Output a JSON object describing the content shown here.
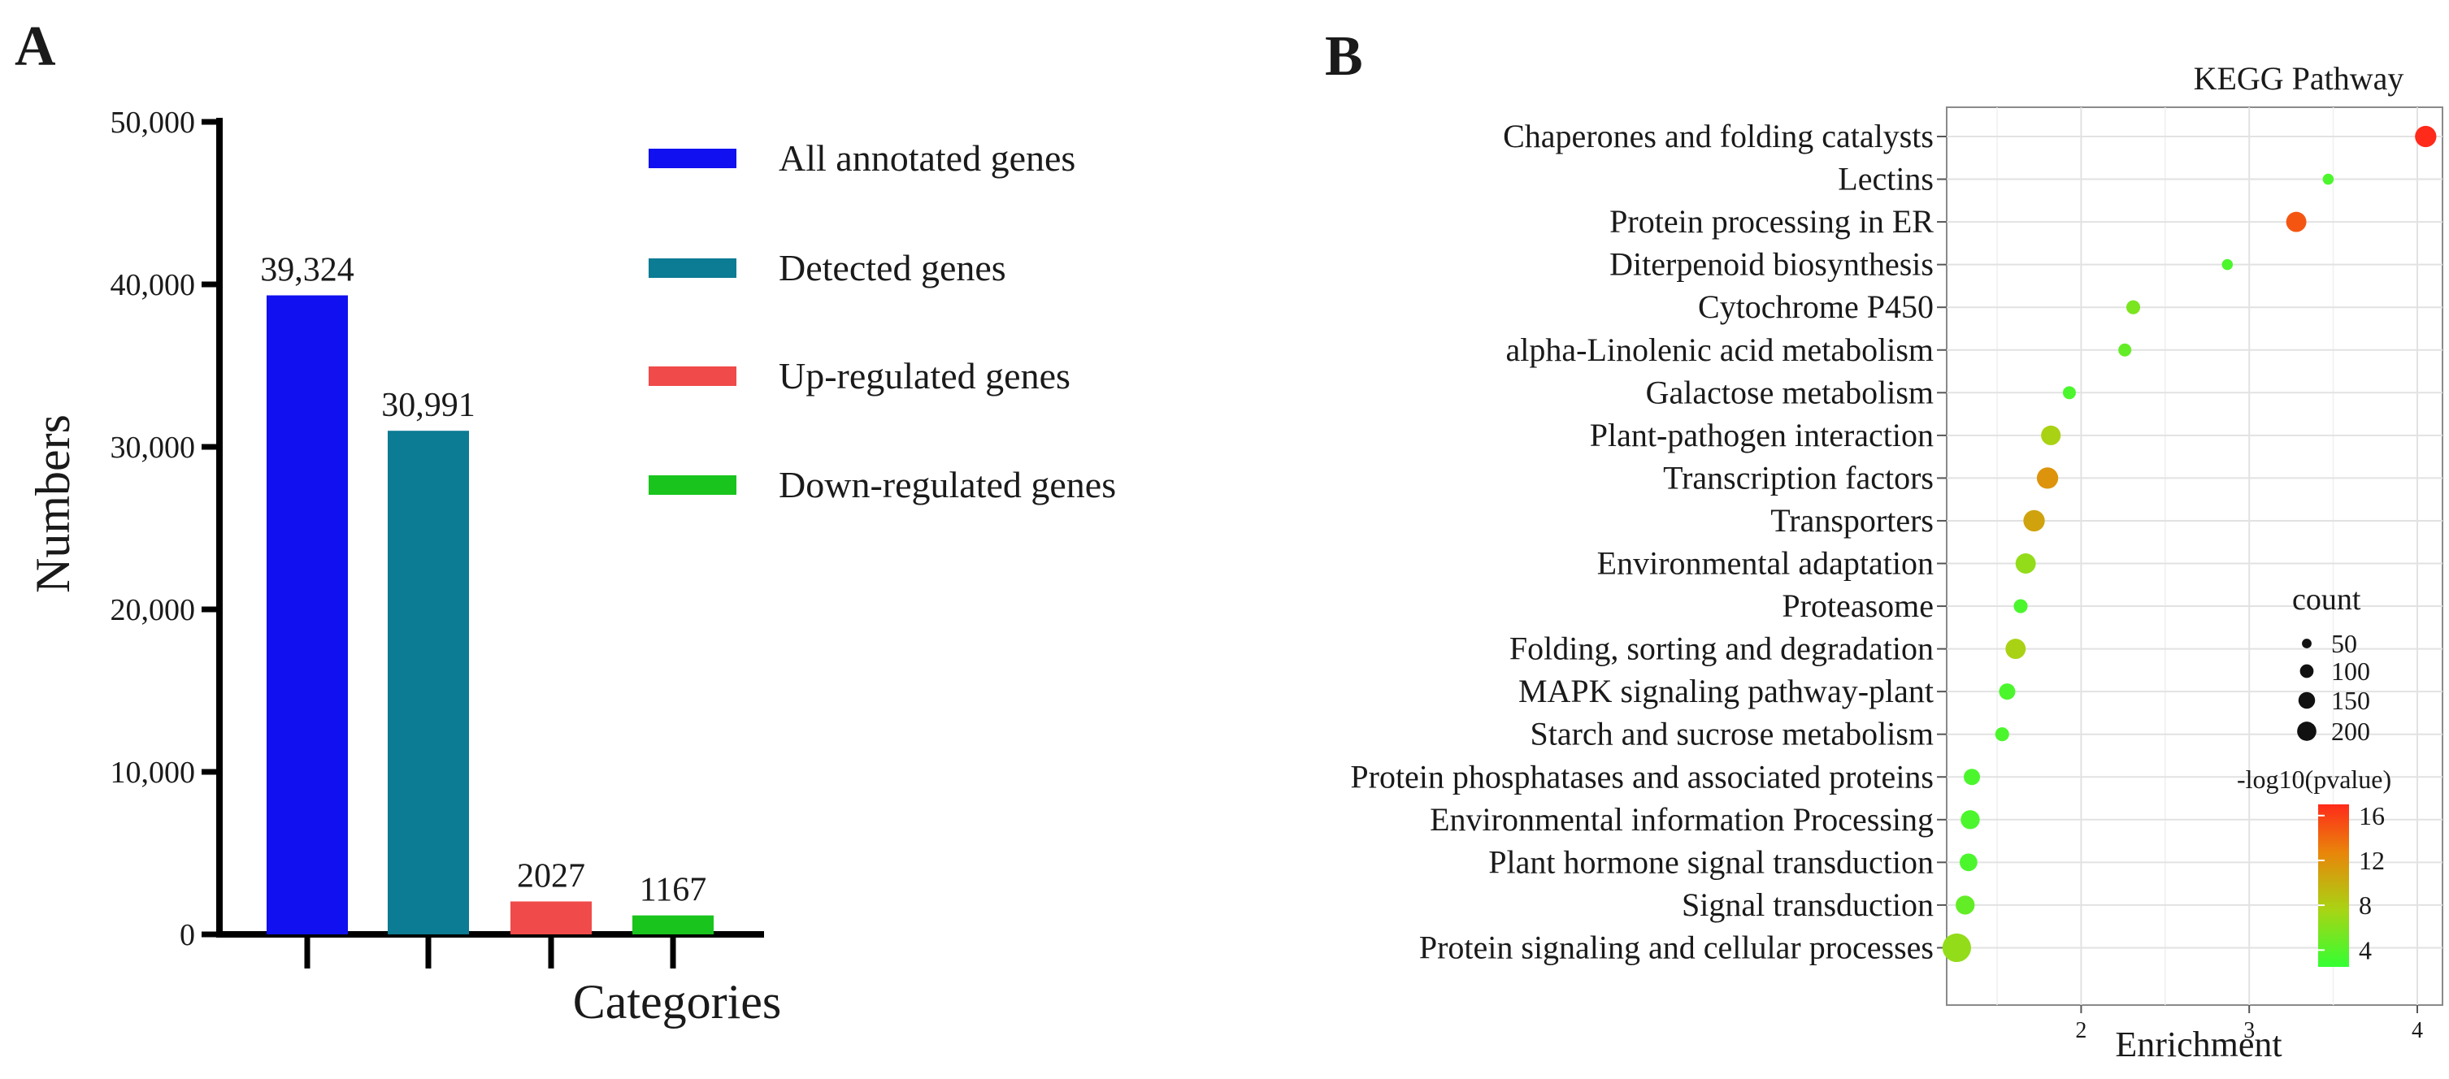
{
  "panel_a_label": "A",
  "panel_b_label": "B",
  "chart_data": [
    {
      "type": "bar",
      "ylabel": "Numbers",
      "xlabel": "Categories",
      "ylim": [
        0,
        50000
      ],
      "yticks": [
        0,
        10000,
        20000,
        30000,
        40000,
        50000
      ],
      "ytick_labels": [
        "0",
        "10,000",
        "20,000",
        "30,000",
        "40,000",
        "50,000"
      ],
      "categories": [
        "All annotated genes",
        "Detected genes",
        "Up-regulated genes",
        "Down-regulated genes"
      ],
      "values": [
        39324,
        30991,
        2027,
        1167
      ],
      "value_labels": [
        "39,324",
        "30,991",
        "2027",
        "1167"
      ],
      "colors": [
        "#1010f0",
        "#0c7b94",
        "#f04a4a",
        "#19c41c"
      ],
      "legend_position": "right"
    },
    {
      "type": "scatter",
      "title": "KEGG Pathway",
      "xlabel": "Enrichment",
      "xlim": [
        1.2,
        4.15
      ],
      "xticks": [
        2,
        3,
        4
      ],
      "xtick_labels": [
        "2",
        "3",
        "4"
      ],
      "grid": true,
      "pathways": [
        "Chaperones and folding catalysts",
        "Lectins",
        "Protein processing in ER",
        "Diterpenoid biosynthesis",
        "Cytochrome P450",
        "alpha-Linolenic acid metabolism",
        "Galactose metabolism",
        "Plant-pathogen interaction",
        "Transcription factors",
        "Transporters",
        "Environmental adaptation",
        "Proteasome",
        "Folding, sorting and degradation",
        "MAPK signaling pathway-plant",
        "Starch and sucrose metabolism",
        "Protein phosphatases and associated proteins",
        "Environmental information Processing",
        "Plant hormone signal transduction",
        "Signal transduction",
        "Protein signaling and cellular processes"
      ],
      "enrichment": [
        4.05,
        3.47,
        3.28,
        2.87,
        2.31,
        2.26,
        1.93,
        1.82,
        1.8,
        1.72,
        1.67,
        1.64,
        1.61,
        1.56,
        1.53,
        1.35,
        1.34,
        1.33,
        1.31,
        1.26
      ],
      "count": [
        95,
        25,
        85,
        25,
        40,
        35,
        35,
        80,
        95,
        95,
        85,
        40,
        85,
        55,
        40,
        55,
        75,
        65,
        75,
        170
      ],
      "neg_log10_pvalue": [
        17,
        4,
        15,
        4,
        6,
        5,
        4,
        8,
        12,
        11,
        7,
        4,
        8,
        4,
        4,
        4,
        4,
        4,
        5,
        7
      ],
      "size_legend_title": "count",
      "size_legend": [
        50,
        100,
        150,
        200
      ],
      "color_legend_title": "-log10(pvalue)",
      "color_legend_ticks": [
        4,
        8,
        12,
        16
      ],
      "color_low": "#33ff33",
      "color_high": "#ff2a1a",
      "legend_position": "right"
    }
  ]
}
